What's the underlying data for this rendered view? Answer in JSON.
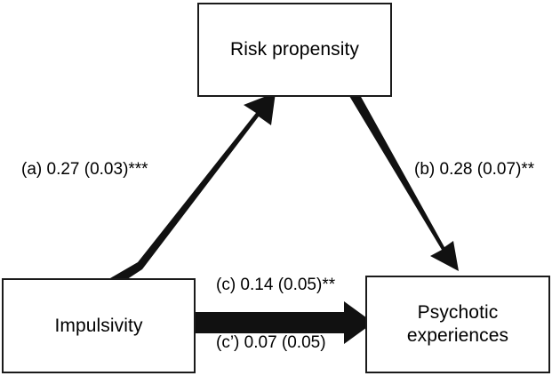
{
  "diagram": {
    "type": "mediation-path-diagram",
    "nodes": [
      {
        "id": "risk-propensity",
        "label": "Risk propensity"
      },
      {
        "id": "impulsivity",
        "label": "Impulsivity"
      },
      {
        "id": "psychotic-experiences",
        "label": "Psychotic\nexperiences"
      }
    ],
    "paths": [
      {
        "id": "path-a",
        "label": "(a) 0.27 (0.03)***",
        "from": "impulsivity",
        "to": "risk-propensity",
        "coefficient": 0.27,
        "standard_error": 0.03,
        "significance": "***"
      },
      {
        "id": "path-b",
        "label": "(b) 0.28 (0.07)**",
        "from": "risk-propensity",
        "to": "psychotic-experiences",
        "coefficient": 0.28,
        "standard_error": 0.07,
        "significance": "**"
      },
      {
        "id": "path-c",
        "label": "(c) 0.14 (0.05)**",
        "from": "impulsivity",
        "to": "psychotic-experiences",
        "coefficient": 0.14,
        "standard_error": 0.05,
        "significance": "**"
      },
      {
        "id": "path-c-prime",
        "label": "(c’) 0.07 (0.05)",
        "from": "impulsivity",
        "to": "psychotic-experiences",
        "coefficient": 0.07,
        "standard_error": 0.05,
        "significance": ""
      }
    ],
    "colors": {
      "arrow": "#111111",
      "box_border": "#1a1a1a",
      "background": "#ffffff",
      "text": "#000000"
    }
  }
}
